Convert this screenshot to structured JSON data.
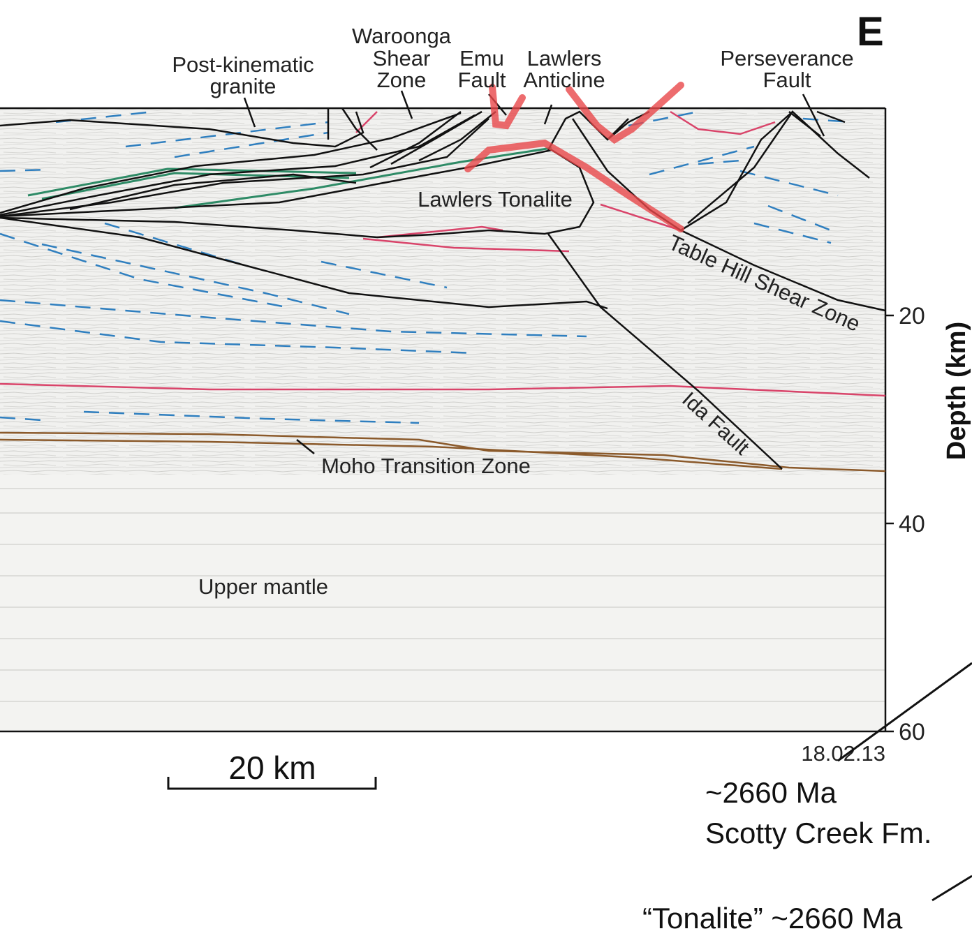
{
  "panel_letter": "E",
  "labels": {
    "post_kinematic_granite": [
      "Post-kinematic",
      "granite"
    ],
    "waroonga_shear_zone": [
      "Waroonga",
      "Shear",
      "Zone"
    ],
    "emu_fault": [
      "Emu",
      "Fault"
    ],
    "lawlers_anticline": [
      "Lawlers",
      "Anticline"
    ],
    "perseverance_fault": [
      "Perseverance",
      "Fault"
    ],
    "lawlers_tonalite": "Lawlers Tonalite",
    "table_hill_shear_zone": "Table Hill Shear Zone",
    "ida_fault": "Ida Fault",
    "moho_transition_zone": "Moho Transition Zone",
    "upper_mantle": "Upper mantle"
  },
  "depth_axis": {
    "title": "Depth (km)",
    "ticks": [
      "20",
      "40",
      "60"
    ]
  },
  "scale_bar": {
    "label": "20 km"
  },
  "date_stamp": "18.02.13",
  "annotations": {
    "scotty_creek": [
      "~2660 Ma",
      "Scotty Creek Fm."
    ],
    "tonalite": "“Tonalite” ~2660 Ma"
  },
  "colors": {
    "fault_line": "#111111",
    "dashed_reflector": "#2f7fbf",
    "green_reflector": "#2e8b66",
    "red_reflector": "#d9446a",
    "moho_line": "#8b5a2b",
    "highlight": "#e8474a"
  }
}
